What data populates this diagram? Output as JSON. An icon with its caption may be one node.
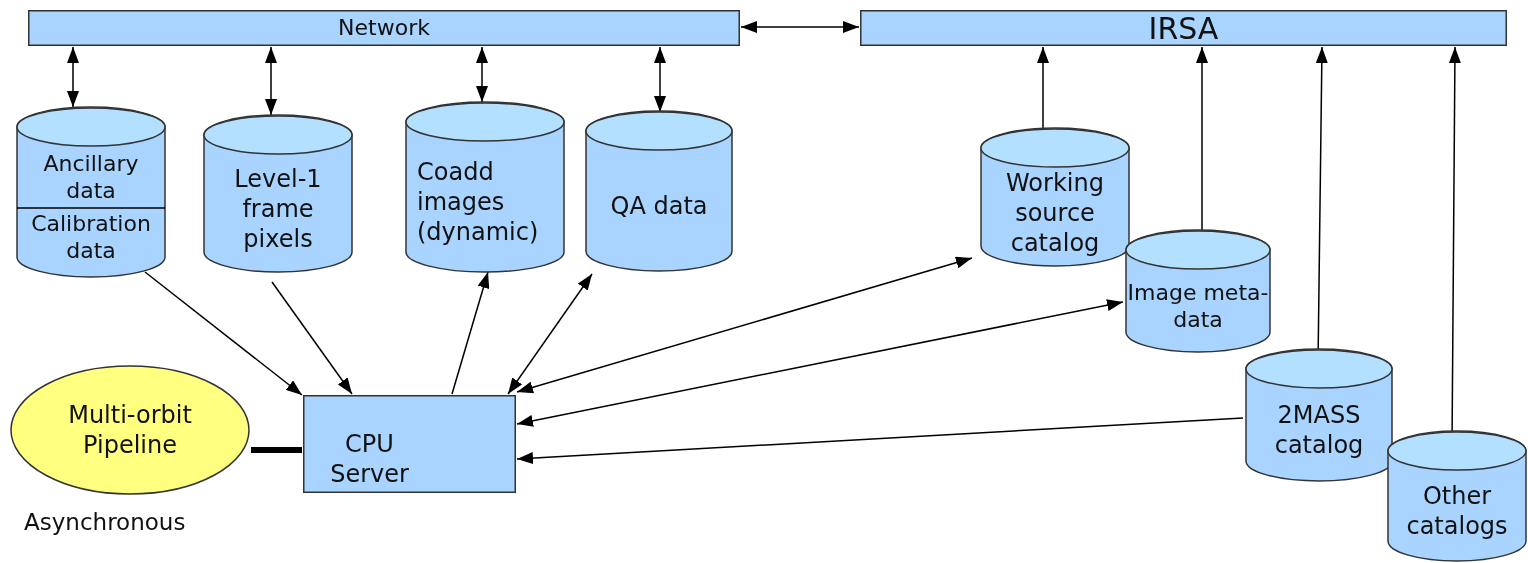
{
  "diagram": {
    "nodes": [
      {
        "text": [
          "Network"
        ]
      },
      {
        "text": [
          "IRSA"
        ]
      },
      {
        "text": [
          "Ancillary data",
          "Calibration data"
        ]
      },
      {
        "text": [
          "Level-1 frame pixels"
        ]
      },
      {
        "text": [
          "Coadd images (dynamic)"
        ]
      },
      {
        "text": [
          "QA data"
        ]
      },
      {
        "text": [
          "Working source catalog"
        ]
      },
      {
        "text": [
          "Image meta-data"
        ]
      },
      {
        "text": [
          "2MASS catalog"
        ]
      },
      {
        "text": [
          "Other catalogs"
        ]
      },
      {
        "text": [
          "Multi-orbit Pipeline"
        ],
        "beside": [
          "Asynchronous"
        ]
      },
      {
        "text": [
          "CPU Server"
        ]
      }
    ],
    "edges": [
      {
        "from": 0,
        "to": 1,
        "arrow": "both"
      },
      {
        "from": 0,
        "to": 2,
        "arrow": "both"
      },
      {
        "from": 0,
        "to": 3,
        "arrow": "both"
      },
      {
        "from": 0,
        "to": 4,
        "arrow": "both"
      },
      {
        "from": 0,
        "to": 5,
        "arrow": "both"
      },
      {
        "from": 6,
        "to": 1,
        "arrow": "to"
      },
      {
        "from": 7,
        "to": 1,
        "arrow": "to"
      },
      {
        "from": 8,
        "to": 1,
        "arrow": "to"
      },
      {
        "from": 9,
        "to": 1,
        "arrow": "to"
      },
      {
        "from": 2,
        "to": 11,
        "arrow": "to"
      },
      {
        "from": 3,
        "to": 11,
        "arrow": "to"
      },
      {
        "from": 11,
        "to": 4,
        "arrow": "to"
      },
      {
        "from": 11,
        "to": 5,
        "arrow": "both"
      },
      {
        "from": 11,
        "to": 6,
        "arrow": "both"
      },
      {
        "from": 11,
        "to": 7,
        "arrow": "both"
      },
      {
        "from": 8,
        "to": 11,
        "arrow": "to"
      },
      {
        "from": 10,
        "to": 11,
        "arrow": "none",
        "style": "thick"
      }
    ]
  }
}
